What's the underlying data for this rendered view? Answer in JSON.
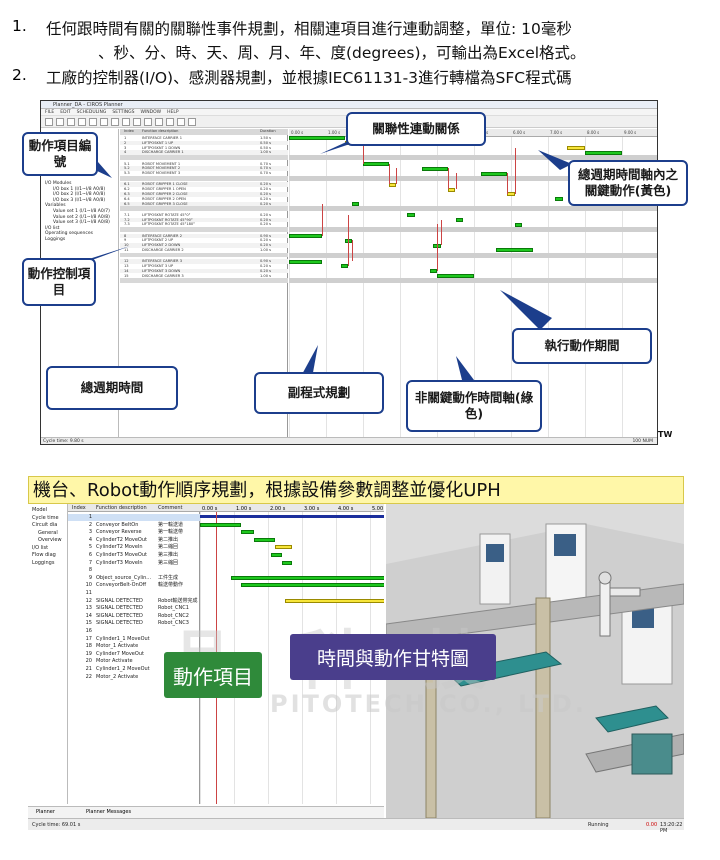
{
  "notes": {
    "line1_num": "1.",
    "line1": "任何跟時間有關的關聯性事件規劃，相關連項目進行連動調整，單位: 10毫秒",
    "line1b": "、秒、分、時、天、周、月、年、度(degrees)，可輸出為Excel格式。",
    "line2_num": "2.",
    "line2": "工廠的控制器(I/O)、感測器規劃，並根據IEC61131-3進行轉檔為SFC程式碼"
  },
  "screen1": {
    "window_title": "Planner_DA - CIROS Planner",
    "menu": [
      "FILE",
      "EDIT",
      "SCHEDULING",
      "SETTINGS",
      "WINDOW",
      "HELP"
    ],
    "tree": [
      "I/O Modules",
      "I/O box 1 (I/1~I/8 A0/8)",
      "I/O box 2 (I/1~I/8 A0/8)",
      "I/O box 3 (I/1~I/8 A0/8)",
      "Variables",
      "Value set 1 (I/1~I/8 A0/7)",
      "Value set 2 (I/1~I/8 A0/8)",
      "Value set 3 (I/1~I/8 A0/8)",
      "I/O list",
      "Operating sequences",
      "Loggings"
    ],
    "table_header": [
      "Index",
      "Function description",
      "Duration"
    ],
    "rows": [
      {
        "i": "1",
        "f": "INTERFACE CARRIER 1",
        "d": "1.50 s"
      },
      {
        "i": "2",
        "f": "LIFTPOSKNT 1 UP",
        "d": "0.50 s"
      },
      {
        "i": "3",
        "f": "LIFTPOSKNT 1 DOWN",
        "d": "0.50 s"
      },
      {
        "i": "4",
        "f": "DISCHARGE CARRIER 1",
        "d": "1.00 s"
      },
      {
        "i": "5.1",
        "f": "ROBOT MOVEMENT 1",
        "d": "0.70 s"
      },
      {
        "i": "5.2",
        "f": "ROBOT MOVEMENT 2",
        "d": "0.70 s"
      },
      {
        "i": "5.3",
        "f": "ROBOT MOVEMENT 3",
        "d": "0.70 s"
      },
      {
        "i": "6.1",
        "f": "ROBOT GRIPPER 1 CLOSE",
        "d": "0.20 s"
      },
      {
        "i": "6.2",
        "f": "ROBOT GRIPPER 1 OPEN",
        "d": "0.20 s"
      },
      {
        "i": "6.3",
        "f": "ROBOT GRIPPER 2 CLOSE",
        "d": "0.20 s"
      },
      {
        "i": "6.4",
        "f": "ROBOT GRIPPER 2 OPEN",
        "d": "0.20 s"
      },
      {
        "i": "6.5",
        "f": "ROBOT GRIPPER 3 CLOSE",
        "d": "0.20 s"
      },
      {
        "i": "7.1",
        "f": "LIFTPOSKNT ROTATE 45°0°",
        "d": "0.20 s"
      },
      {
        "i": "7.2",
        "f": "LIFTPOSKNT ROTATE 45°90°",
        "d": "0.20 s"
      },
      {
        "i": "7.3",
        "f": "LIFTPOSKNT ROTATE 45°180°",
        "d": "0.20 s"
      },
      {
        "i": "8",
        "f": "INTERFACE CARRIER 2",
        "d": "0.90 s"
      },
      {
        "i": "9",
        "f": "LIFTPOSKNT 2 UP",
        "d": "0.20 s"
      },
      {
        "i": "10",
        "f": "LIFTPOSKNT 2 DOWN",
        "d": "0.20 s"
      },
      {
        "i": "11",
        "f": "DISCHARGE CARRIER 2",
        "d": "1.00 s"
      },
      {
        "i": "12",
        "f": "INTERFACE CARRIER 3",
        "d": "0.90 s"
      },
      {
        "i": "13",
        "f": "LIFTPOSKNT 3 UP",
        "d": "0.20 s"
      },
      {
        "i": "14",
        "f": "LIFTPOSKNT 3 DOWN",
        "d": "0.20 s"
      },
      {
        "i": "15",
        "f": "DISCHARGE CARRIER 3",
        "d": "1.00 s"
      }
    ],
    "time_ticks": [
      "0.00 s",
      "1.00 s",
      "2.00 s",
      "3.00 s",
      "4.00 s",
      "5.00 s",
      "6.00 s",
      "7.00 s",
      "8.00 s",
      "9.00 s"
    ],
    "status": "Cycle time: 9.80 s",
    "status_right": "100   NUM",
    "callouts": {
      "item_number": "動作項目編號",
      "relation": "關聯性連動關係",
      "key_action": "總週期時間軸內之關鍵動作(黃色)",
      "control_item": "動作控制項目",
      "exec_period": "執行動作期間",
      "total_cycle": "總週期時間",
      "subroutine": "副程式規劃",
      "non_key": "非關鍵動作時間軸(綠色)"
    },
    "tw": "TW"
  },
  "screen2": {
    "title": "機台、Robot動作順序規劃，根據設備參數調整並優化UPH",
    "tree": [
      "Model",
      "Cycle time",
      "Circuit dia",
      "General",
      "Overview",
      "I/O list",
      "Flow diag",
      "Loggings"
    ],
    "table_header": [
      "Index",
      "Function description",
      "Comment"
    ],
    "rows": [
      {
        "i": "1",
        "f": "",
        "c": ""
      },
      {
        "i": "2",
        "f": "Conveyor BeltOn",
        "c": "第一輸送道"
      },
      {
        "i": "3",
        "f": "Conveyor Reverse",
        "c": "第一輸送帶"
      },
      {
        "i": "4",
        "f": "CylinderT2 MoveOut",
        "c": "第二推出"
      },
      {
        "i": "5",
        "f": "CylinderT2 MoveIn",
        "c": "第二縮回"
      },
      {
        "i": "6",
        "f": "CylinderT3 MoveOut",
        "c": "第三推出"
      },
      {
        "i": "7",
        "f": "CylinderT3 MoveIn",
        "c": "第三縮回"
      },
      {
        "i": "8",
        "f": "",
        "c": ""
      },
      {
        "i": "9",
        "f": "Object_source_Cylin...",
        "c": "工件生成"
      },
      {
        "i": "10",
        "f": "ConveyorBelt-OnOff",
        "c": "輸送帶動作"
      },
      {
        "i": "11",
        "f": "",
        "c": ""
      },
      {
        "i": "12",
        "f": "SIGNAL DETECTED",
        "c": "Robot輸送帶完成"
      },
      {
        "i": "13",
        "f": "SIGNAL DETECTED",
        "c": "Robot_CNC1"
      },
      {
        "i": "14",
        "f": "SIGNAL DETECTED",
        "c": "Robot_CNC2"
      },
      {
        "i": "15",
        "f": "SIGNAL DETECTED",
        "c": "Robot_CNC3"
      },
      {
        "i": "16",
        "f": "",
        "c": ""
      },
      {
        "i": "17",
        "f": "Cylinder1_1 MoveOut",
        "c": ""
      },
      {
        "i": "18",
        "f": "Motor_1 Activate",
        "c": ""
      },
      {
        "i": "19",
        "f": "Cylinder7 MoveOut",
        "c": ""
      },
      {
        "i": "20",
        "f": "Motor Activate",
        "c": ""
      },
      {
        "i": "21",
        "f": "Cylinder1_2 MoveOut",
        "c": ""
      },
      {
        "i": "22",
        "f": "Motor_2 Activate",
        "c": ""
      }
    ],
    "time_ticks": [
      "0.00 s",
      "1.00 s",
      "2.00 s",
      "3.00 s",
      "4.00 s",
      "5.00 s"
    ],
    "tabs": [
      "Planner",
      "Planner Messages"
    ],
    "status_left": "Cycle time: 69.01 s",
    "status_running": "Running",
    "status_time": "0.00",
    "status_clock": "13:20:22 PM",
    "label_items": "動作項目",
    "label_gantt": "時間與動作甘特圖",
    "watermark": "品 科 技",
    "watermark_en": "PITOTECH CO., LTD."
  }
}
